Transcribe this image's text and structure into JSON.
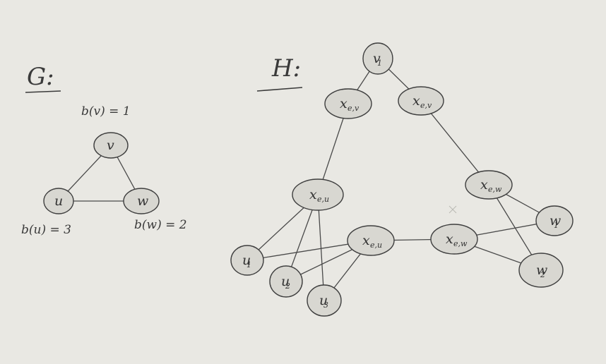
{
  "graph_g": {
    "title": "G:",
    "annotations": {
      "v": "b(v) = 1",
      "u": "b(u) = 3",
      "w": "b(w) = 2"
    },
    "nodes": [
      {
        "id": "v",
        "label": "v",
        "sub": ""
      },
      {
        "id": "u",
        "label": "u",
        "sub": ""
      },
      {
        "id": "w",
        "label": "w",
        "sub": ""
      }
    ],
    "edges": [
      [
        "v",
        "u"
      ],
      [
        "v",
        "w"
      ],
      [
        "u",
        "w"
      ]
    ]
  },
  "graph_h": {
    "title": "H:",
    "nodes": [
      {
        "id": "v1",
        "label": "v",
        "sub": "1"
      },
      {
        "id": "xev_a",
        "label": "x",
        "sub": "e,v"
      },
      {
        "id": "xev_b",
        "label": "x",
        "sub": "e,v"
      },
      {
        "id": "xeu_a",
        "label": "x",
        "sub": "e,u"
      },
      {
        "id": "xew_a",
        "label": "x",
        "sub": "e,w"
      },
      {
        "id": "xeu_b",
        "label": "x",
        "sub": "e,u"
      },
      {
        "id": "xew_b",
        "label": "x",
        "sub": "e,w"
      },
      {
        "id": "u1",
        "label": "u",
        "sub": "1"
      },
      {
        "id": "u2",
        "label": "u",
        "sub": "2"
      },
      {
        "id": "u3",
        "label": "u",
        "sub": "3"
      },
      {
        "id": "w1",
        "label": "w",
        "sub": "1"
      },
      {
        "id": "w2",
        "label": "w",
        "sub": "2"
      }
    ],
    "edges": [
      [
        "v1",
        "xev_a"
      ],
      [
        "v1",
        "xev_b"
      ],
      [
        "xev_a",
        "xeu_a"
      ],
      [
        "xev_b",
        "xew_a"
      ],
      [
        "xeu_b",
        "xew_b"
      ],
      [
        "xeu_a",
        "u1"
      ],
      [
        "xeu_a",
        "u2"
      ],
      [
        "xeu_a",
        "u3"
      ],
      [
        "xeu_b",
        "u1"
      ],
      [
        "xeu_b",
        "u2"
      ],
      [
        "xeu_b",
        "u3"
      ],
      [
        "xew_a",
        "w1"
      ],
      [
        "xew_a",
        "w2"
      ],
      [
        "xew_b",
        "w1"
      ],
      [
        "xew_b",
        "w2"
      ]
    ]
  }
}
